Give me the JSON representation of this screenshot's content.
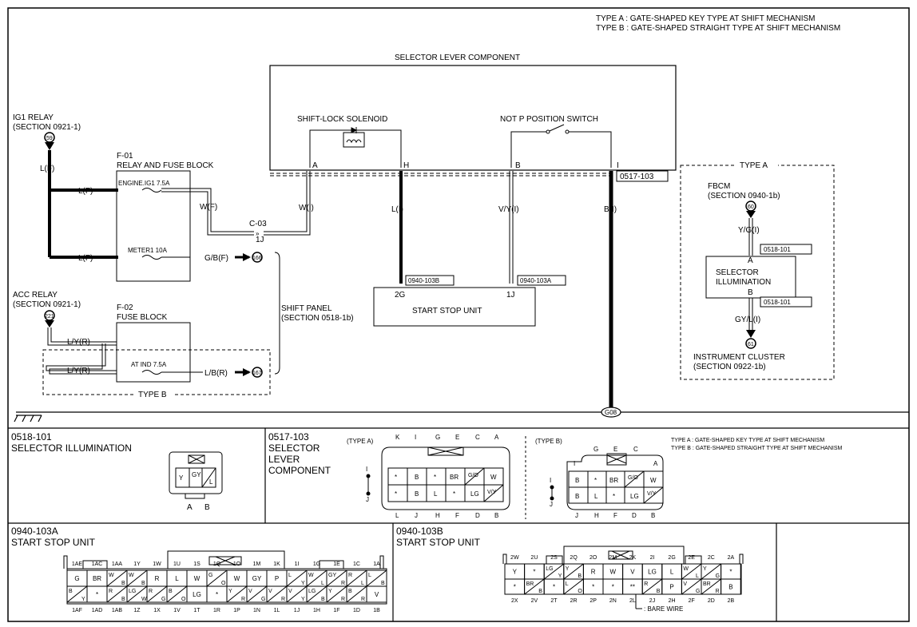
{
  "type_notes": [
    "TYPE A : GATE-SHAPED KEY TYPE AT SHIFT MECHANISM",
    "TYPE B : GATE-SHAPED STRAIGHT TYPE AT SHIFT MECHANISM"
  ],
  "selector_lever_component": {
    "title": "SELECTOR LEVER COMPONENT",
    "shift_lock_solenoid": "SHIFT-LOCK SOLENOID",
    "not_p_switch": "NOT P POSITION SWITCH",
    "pins": [
      "A",
      "H",
      "B",
      "I"
    ],
    "connector": "0517-103"
  },
  "ig1_relay": {
    "name": "IG1 RELAY",
    "section": "(SECTION 0921-1)",
    "ref": "59"
  },
  "acc_relay": {
    "name": "ACC RELAY",
    "section": "(SECTION 0921-1)",
    "ref": "221"
  },
  "f01": {
    "id": "F-01",
    "name": "RELAY AND FUSE BLOCK",
    "fuse1": "ENGINE.IG1 7.5A",
    "fuse2": "METER1 10A"
  },
  "f02": {
    "id": "F-02",
    "name": "FUSE BLOCK",
    "fuse": "AT IND 7.5A"
  },
  "wires": {
    "lf": "L(F)",
    "wf": "W(F)",
    "wi": "W(I)",
    "li": "L(I)",
    "vyi": "V/Y(I)",
    "bi": "B(I)",
    "gbf": "G/B(F)",
    "lyr": "L/Y(R)",
    "lbr": "L/B(R)",
    "ygi": "Y/G(I)",
    "gyli": "GY/L(I)"
  },
  "connector_c03": {
    "name": "C-03",
    "pin": "1J"
  },
  "ref_166": "166",
  "ref_167": "167",
  "shift_panel": {
    "name": "SHIFT PANEL",
    "section": "(SECTION 0518-1b)"
  },
  "start_stop_unit": {
    "name": "START STOP UNIT",
    "conn_b": "0940-103B",
    "conn_a": "0940-103A",
    "pin_2g": "2G",
    "pin_1j": "1J"
  },
  "ground": "G08",
  "type_a_box": {
    "label": "TYPE A",
    "fbcm": "FBCM",
    "fbcm_section": "(SECTION 0940-1b)",
    "ref_60": "60",
    "conn": "0518-101",
    "pin_a": "A",
    "pin_b": "B",
    "selector_illum_1": "SELECTOR",
    "selector_illum_2": "ILLUMINATION",
    "ref_61": "61",
    "cluster": "INSTRUMENT CLUSTER",
    "cluster_section": "(SECTION 0922-1b)"
  },
  "type_b_label": "TYPE B",
  "conn_0518_101": {
    "code": "0518-101",
    "name": "SELECTOR ILLUMINATION",
    "cells": [
      "Y",
      "GY",
      "L"
    ],
    "pins": [
      "A",
      "B"
    ]
  },
  "conn_0517_103": {
    "code": "0517-103",
    "name1": "SELECTOR",
    "name2": "LEVER",
    "name3": "COMPONENT",
    "type_a": "(TYPE A)",
    "type_b": "(TYPE B)",
    "a_top_pins": [
      "K",
      "I",
      "G",
      "E",
      "C",
      "A"
    ],
    "a_row1": [
      "*",
      "B",
      "*",
      "BR",
      "G/O",
      "W"
    ],
    "a_row2": [
      "*",
      "B",
      "L",
      "*",
      "LG",
      "V/Y"
    ],
    "a_bottom_pins": [
      "L",
      "J",
      "H",
      "F",
      "D",
      "B"
    ],
    "b_top_pins": [
      "G",
      "E",
      "C"
    ],
    "b_row1": [
      "B",
      "*",
      "BR",
      "G/O",
      "W"
    ],
    "b_row2": [
      "B",
      "L",
      "*",
      "LG",
      "V/Y"
    ],
    "b_bottom_pins": [
      "J",
      "H",
      "F",
      "D",
      "B"
    ],
    "pin_i": "I",
    "pin_j": "J",
    "pin_i2": "I",
    "pin_a2": "A",
    "note_a": "TYPE A : GATE-SHAPED KEY TYPE AT SHIFT MECHANISM",
    "note_b": "TYPE B : GATE-SHAPED STRAIGHT TYPE AT SHIFT MECHANISM"
  },
  "conn_0940_103a": {
    "code": "0940-103A",
    "name": "START STOP UNIT",
    "top_labels": [
      "1AE",
      "1AC",
      "1AA",
      "1Y",
      "1W",
      "1U",
      "1S",
      "1Q",
      "1O",
      "1M",
      "1K",
      "1I",
      "1G",
      "1E",
      "1C",
      "1A"
    ],
    "row1": [
      "G",
      "BR",
      "W/B",
      "W/B",
      "R",
      "L",
      "W",
      "G/O",
      "W",
      "GY",
      "P",
      "L/Y",
      "W/L",
      "GY/R",
      "R/L",
      "L/B"
    ],
    "row2": [
      "B/Y",
      "*",
      "R/B",
      "LG/W",
      "R/G",
      "B/O",
      "LG",
      "*",
      "Y/R",
      "V/G",
      "V/R",
      "V/Y",
      "LG/B",
      "Y/R",
      "B/R",
      "V"
    ],
    "bottom_labels": [
      "1AF",
      "1AD",
      "1AB",
      "1Z",
      "1X",
      "1V",
      "1T",
      "1R",
      "1P",
      "1N",
      "1L",
      "1J",
      "1H",
      "1F",
      "1D",
      "1B"
    ]
  },
  "conn_0940_103b": {
    "code": "0940-103B",
    "name": "START STOP UNIT",
    "top_labels": [
      "2W",
      "2U",
      "2S",
      "2Q",
      "2O",
      "2M",
      "2K",
      "2I",
      "2G",
      "2E",
      "2C",
      "2A"
    ],
    "row1": [
      "Y",
      "*",
      "LG/Y",
      "Y/B",
      "R",
      "W",
      "V",
      "LG",
      "L",
      "W/L",
      "Y/G",
      "*"
    ],
    "row2": [
      "*",
      "BR/B",
      "*",
      "L/O",
      "*",
      "*",
      "**",
      "R/B",
      "P",
      "V/G",
      "BR/R",
      "B"
    ],
    "bottom_labels": [
      "2X",
      "2V",
      "2T",
      "2R",
      "2P",
      "2N",
      "2L",
      "2J",
      "2H",
      "2F",
      "2D",
      "2B"
    ],
    "bare_wire": ": BARE WIRE"
  }
}
